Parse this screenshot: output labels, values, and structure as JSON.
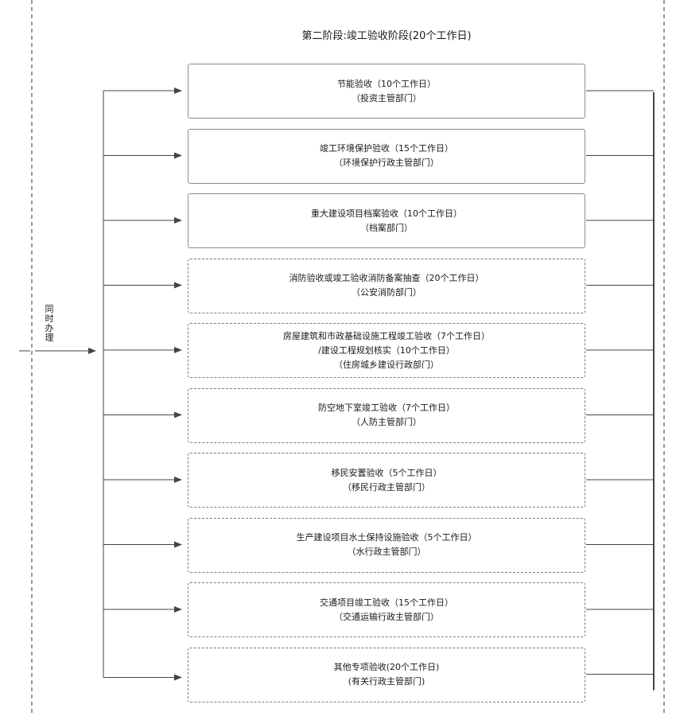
{
  "title": "第二阶段:竣工验收阶段(20个工作日)",
  "side_label": [
    "同",
    "时",
    "办",
    "理"
  ],
  "boxes": [
    {
      "style": "solid",
      "lines": [
        "节能验收（10个工作日）",
        "（投资主管部门）"
      ]
    },
    {
      "style": "solid",
      "lines": [
        "竣工环境保护验收（15个工作日）",
        "（环境保护行政主管部门）"
      ]
    },
    {
      "style": "solid",
      "lines": [
        "重大建设项目档案验收（10个工作日）",
        "（档案部门）"
      ]
    },
    {
      "style": "dashed",
      "lines": [
        "消防验收或竣工验收消防备案抽查（20个工作日）",
        "（公安消防部门）"
      ]
    },
    {
      "style": "dashed",
      "lines": [
        "房屋建筑和市政基础设施工程竣工验收（7个工作日）",
        "/建设工程规划核实（10个工作日）",
        "（住房城乡建设行政部门）"
      ]
    },
    {
      "style": "dashed",
      "lines": [
        "防空地下室竣工验收（7个工作日）",
        "（人防主管部门）"
      ]
    },
    {
      "style": "dashed",
      "lines": [
        "移民安置验收（5个工作日）",
        "（移民行政主管部门）"
      ]
    },
    {
      "style": "dashed",
      "lines": [
        "生产建设项目水土保持设施验收（5个工作日）",
        "（水行政主管部门）"
      ]
    },
    {
      "style": "dashed",
      "lines": [
        "交通项目竣工验收（15个工作日）",
        "（交通运输行政主管部门）"
      ]
    },
    {
      "style": "dashed",
      "lines": [
        "其他专项验收(20个工作日)",
        "(有关行政主管部门)"
      ]
    }
  ]
}
